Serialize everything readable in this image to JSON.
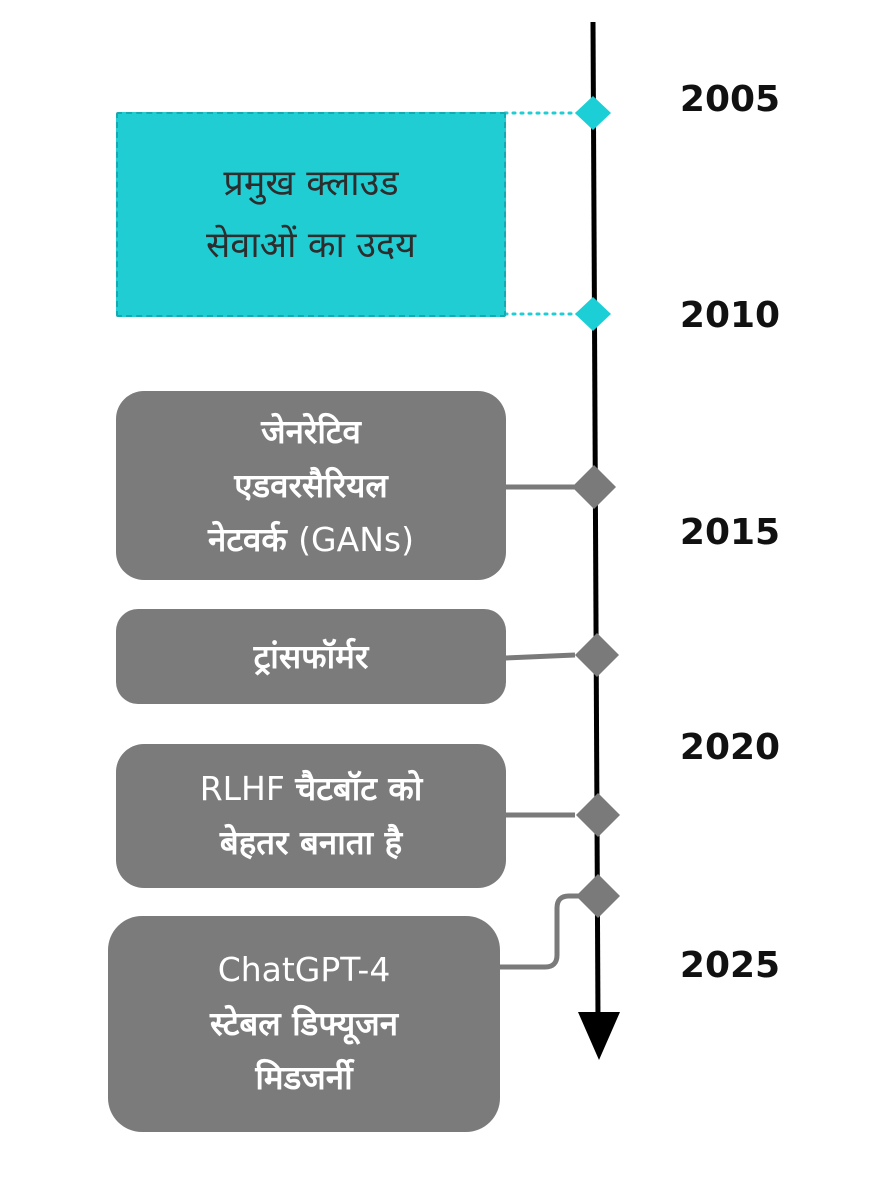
{
  "years": [
    "2005",
    "2010",
    "2015",
    "2020",
    "2025"
  ],
  "events": {
    "cloud": {
      "lines": [
        "प्रमुख क्लाउड",
        "सेवाओं का उदय"
      ]
    },
    "gans": {
      "line1": "जेनरेटिव",
      "line2": "एडवरसैरियल",
      "line3_hi": "नेटवर्क ",
      "line3_en": "(GANs)"
    },
    "transformer": {
      "line1": "ट्रांसफॉर्मर"
    },
    "rlhf": {
      "line1_en": "RLHF ",
      "line1_hi": "चैटबॉट को",
      "line2": "बेहतर बनाता है"
    },
    "recent": {
      "line1": "ChatGPT-4",
      "line2": "स्टेबल डिफ्यूजन",
      "line3": "मिडजर्नी"
    }
  },
  "colors": {
    "axis": "#000000",
    "cyan_box": "#1fcdd3",
    "cyan_marker": "#1ccfd6",
    "gray_box": "#7b7b7b",
    "gray_marker": "#7a7a7a"
  }
}
